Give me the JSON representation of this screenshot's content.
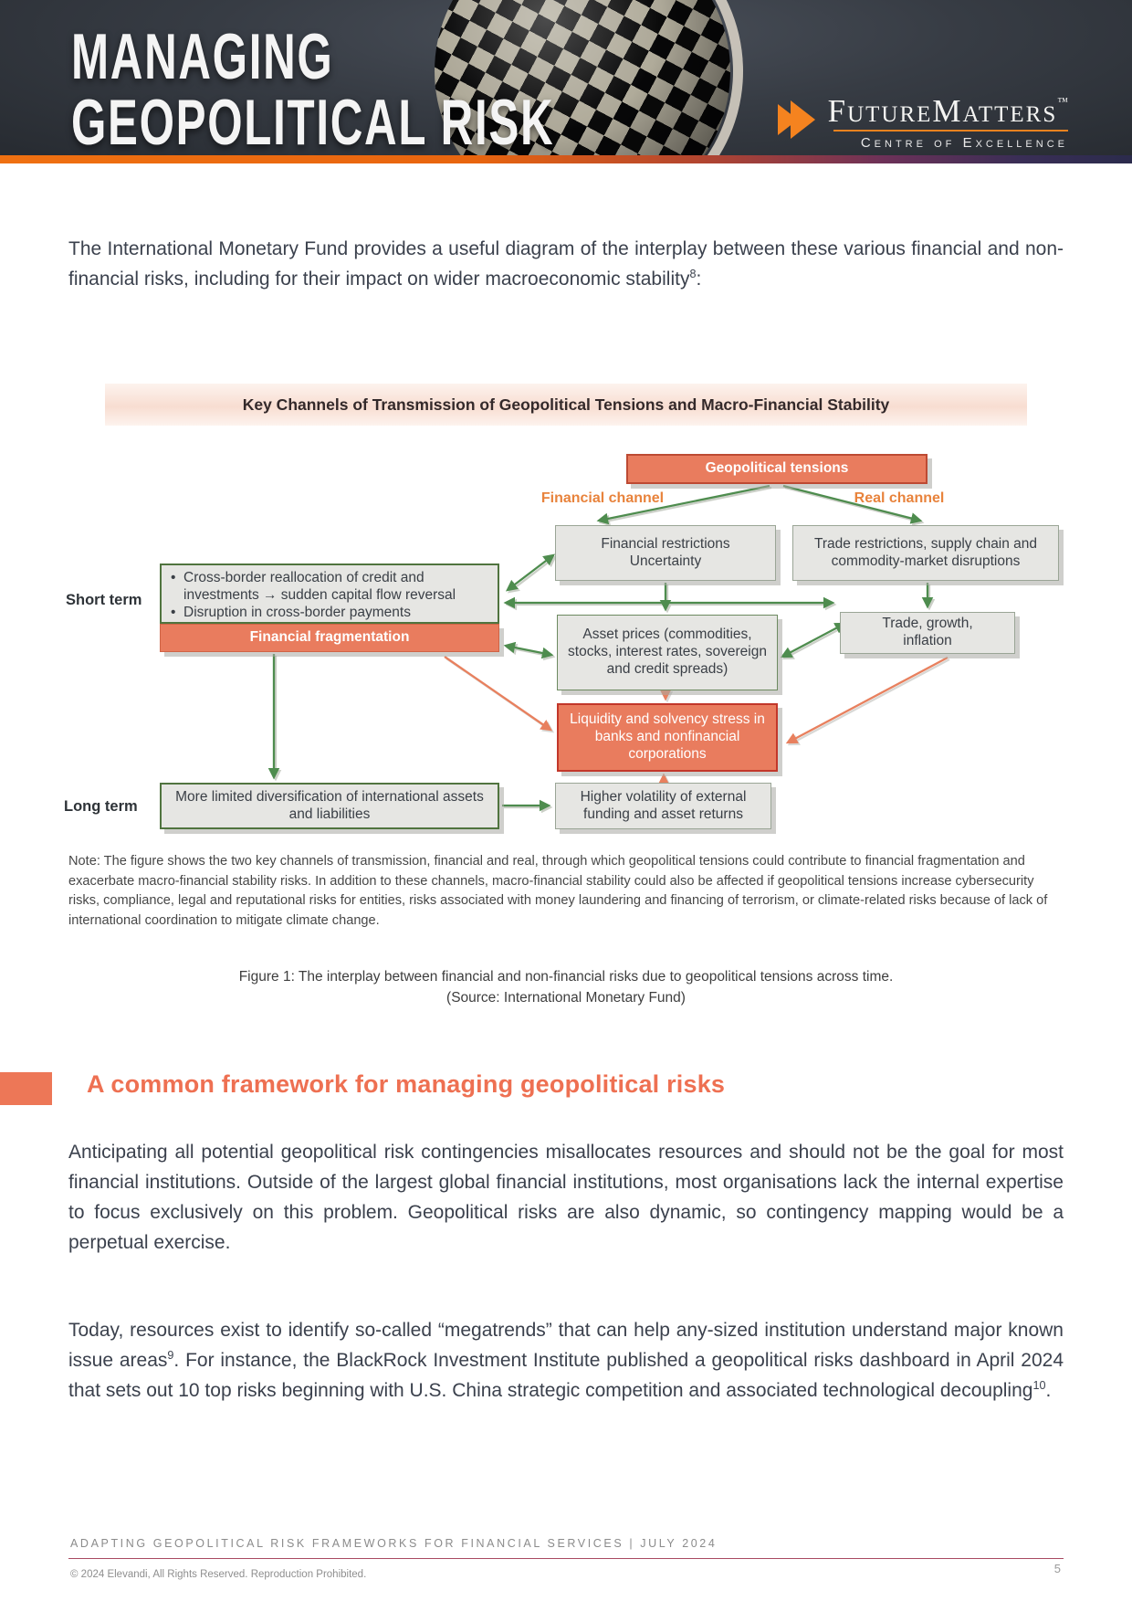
{
  "header": {
    "title_line1": "MANAGING",
    "title_line2": "GEOPOLITICAL RISK",
    "logo": {
      "name": "FutureMatters",
      "tm": "™",
      "tagline": "Centre of Excellence"
    }
  },
  "intro": {
    "text": "The International Monetary Fund provides a useful diagram of the interplay between these various financial and non-financial risks, including for their impact on wider macroeconomic stability",
    "footnote": "8",
    "after": ":"
  },
  "figure": {
    "title": "Key Channels of Transmission of Geopolitical Tensions and Macro-Financial Stability",
    "labels": {
      "financial_channel": "Financial channel",
      "real_channel": "Real channel",
      "short_term": "Short term",
      "long_term": "Long term"
    },
    "nodes": {
      "geopolitical_tensions": "Geopolitical tensions",
      "financial_restrictions": "Financial restrictions\nUncertainty",
      "trade_restrictions": "Trade restrictions, supply chain and commodity-market disruptions",
      "short_term": {
        "bullets": [
          "Cross-border reallocation of credit and investments →  sudden capital flow reversal",
          "Disruption in cross-border payments"
        ]
      },
      "financial_fragmentation": "Financial fragmentation",
      "trade_growth_inflation": "Trade, growth,\ninflation",
      "asset_prices": "Asset prices (commodities, stocks, interest rates, sovereign and credit spreads)",
      "liquidity_stress": "Liquidity and solvency stress in banks and nonfinancial corporations",
      "more_limited_diversification": "More limited diversification of international assets and liabilities",
      "higher_volatility": "Higher volatility of external funding and asset returns"
    },
    "note": "Note: The figure shows the two key channels of transmission, financial and real, through which geopolitical tensions could contribute to financial fragmentation and exacerbate macro-financial stability risks. In addition to these channels, macro-financial stability could also be affected if geopolitical tensions increase cybersecurity risks, compliance, legal and reputational risks for entities, risks associated with money laundering and financing of terrorism, or climate-related risks because of lack of international coordination to mitigate climate change.",
    "caption_line1": "Figure 1: The interplay between financial and non-financial risks due to geopolitical tensions across time.",
    "caption_line2": "(Source: International Monetary Fund)"
  },
  "section": {
    "heading": "A common framework for managing geopolitical risks"
  },
  "paragraphs": {
    "p1": "Anticipating all potential geopolitical risk contingencies misallocates resources and should not be the goal for most financial institutions. Outside of the largest global financial institutions, most organisations lack the internal expertise to focus exclusively on this problem. Geopolitical risks are also dynamic, so contingency mapping would be a perpetual exercise.",
    "p2_part1": "Today, resources exist to identify so-called “megatrends” that can help any-sized institution understand major known issue areas",
    "p2_footnote1": "9",
    "p2_part2": ". For instance, the BlackRock Investment Institute published a geopolitical risks dashboard in April 2024 that sets out 10 top risks beginning with U.S. China strategic competition and associated technological decoupling",
    "p2_footnote2": "10",
    "p2_part3": "."
  },
  "footer": {
    "running_title": "ADAPTING GEOPOLITICAL RISK FRAMEWORKS FOR FINANCIAL SERVICES | JULY 2024",
    "copyright": "© 2024 Elevandi, All Rights Reserved. Reproduction Prohibited.",
    "page_number": "5"
  },
  "colors": {
    "accent_orange": "#ee7052",
    "salmon_box": "#e97c5e",
    "green_arrow": "#4e8c4e",
    "orange_arrow": "#e8805e",
    "channel_label_orange": "#e8833c",
    "gradient_bar_left": "#ef7011",
    "gradient_bar_right": "#2b2b4c",
    "footer_rule": "#a94a62"
  }
}
